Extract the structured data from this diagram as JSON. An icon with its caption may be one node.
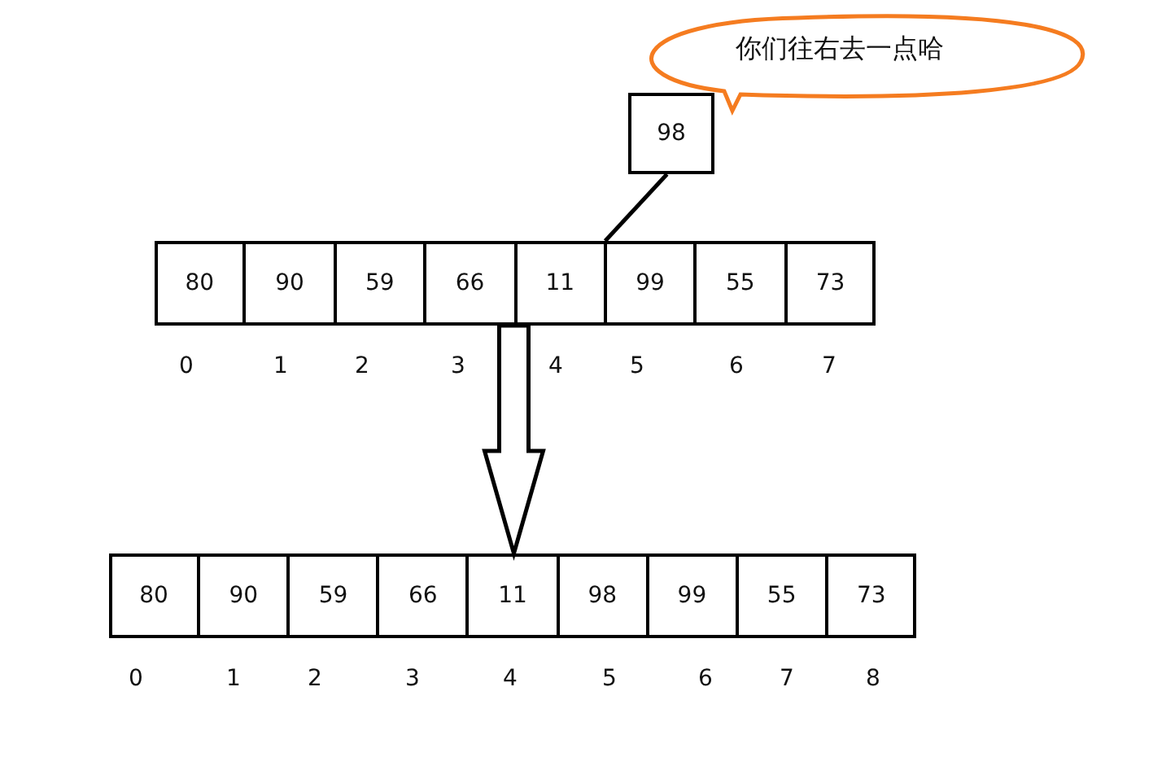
{
  "diagram": {
    "nodes": [
      {
        "text": [
          "你们往右去一点哈"
        ]
      },
      {
        "text": [
          "98"
        ]
      },
      {
        "text": [],
        "shape": "box"
      },
      {
        "text": [
          "80"
        ],
        "in": 2
      },
      {
        "text": [
          "90"
        ],
        "in": 2
      },
      {
        "text": [
          "59"
        ],
        "in": 2
      },
      {
        "text": [
          "66"
        ],
        "in": 2
      },
      {
        "text": [
          "11"
        ],
        "in": 2
      },
      {
        "text": [
          "99"
        ],
        "in": 2
      },
      {
        "text": [
          "55"
        ],
        "in": 2
      },
      {
        "text": [
          "73"
        ],
        "in": 2
      },
      {
        "text": [],
        "shape": "box"
      },
      {
        "text": [
          "80"
        ],
        "in": 11
      },
      {
        "text": [
          "90"
        ],
        "in": 11
      },
      {
        "text": [
          "59"
        ],
        "in": 11
      },
      {
        "text": [
          "66"
        ],
        "in": 11
      },
      {
        "text": [
          "11"
        ],
        "in": 11
      },
      {
        "text": [
          "98"
        ],
        "in": 11
      },
      {
        "text": [
          "99"
        ],
        "in": 11
      },
      {
        "text": [
          "55"
        ],
        "in": 11
      },
      {
        "text": [
          "73"
        ],
        "in": 11
      }
    ],
    "edges": [
      {
        "from": 1,
        "to": 7,
        "arrow": "none"
      },
      {
        "from": 2,
        "to": 11,
        "arrow": "to",
        "style": "thick"
      }
    ],
    "labels": [
      "0",
      "1",
      "2",
      "3",
      "4",
      "5",
      "6",
      "7",
      "0",
      "1",
      "2",
      "3",
      "4",
      "5",
      "6",
      "7",
      "8"
    ]
  }
}
